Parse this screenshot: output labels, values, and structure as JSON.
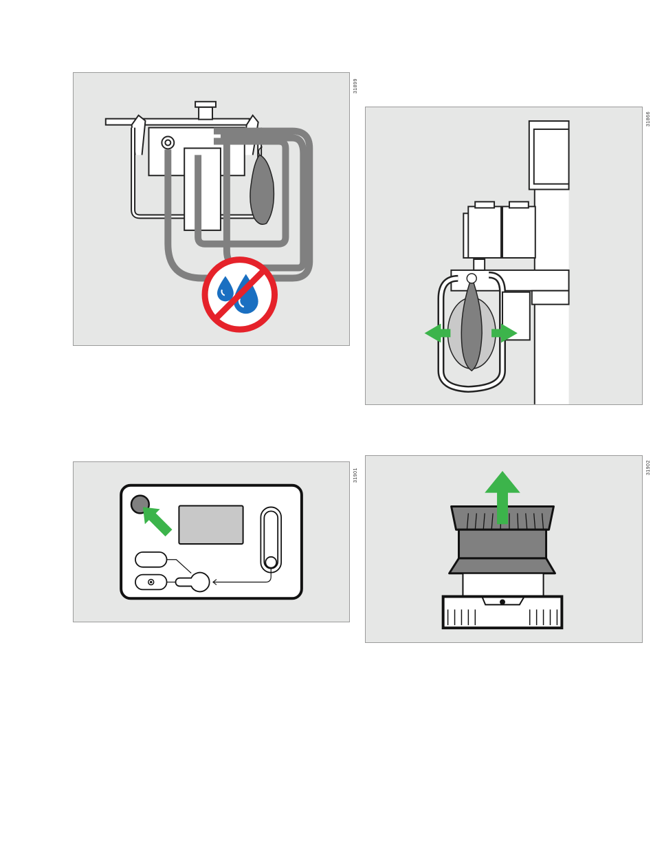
{
  "figures": [
    {
      "id": "31899",
      "subject": "breathing-circuit",
      "symbol": "no-liquids",
      "arrows": []
    },
    {
      "id": "31866",
      "subject": "breathing-bag-mount",
      "symbol": "",
      "arrows": [
        "left",
        "right"
      ]
    },
    {
      "id": "31901",
      "subject": "control-panel",
      "symbol": "",
      "arrows": [
        "up-left"
      ]
    },
    {
      "id": "31902",
      "subject": "absorber-canister",
      "symbol": "",
      "arrows": [
        "up"
      ]
    }
  ],
  "colors": {
    "panel_bg": "#e6e7e6",
    "arrow_green": "#3cb44b",
    "prohibit_red": "#e5222a",
    "drop_blue": "#1a6fc1",
    "hose_gray": "#808080"
  }
}
